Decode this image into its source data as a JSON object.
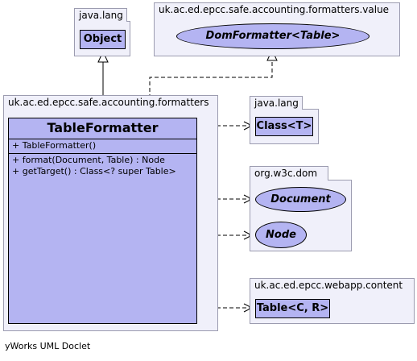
{
  "packages": {
    "java_lang_top": "java.lang",
    "formatters_value": "uk.ac.ed.epcc.safe.accounting.formatters.value",
    "formatters": "uk.ac.ed.epcc.safe.accounting.formatters",
    "java_lang_right": "java.lang",
    "w3c_dom": "org.w3c.dom",
    "webapp_content": "uk.ac.ed.epcc.webapp.content"
  },
  "classes": {
    "object": "Object",
    "dom_formatter": "DomFormatter<Table>",
    "class_t": "Class<T>",
    "document": "Document",
    "node": "Node",
    "table": "Table<C, R>"
  },
  "table_formatter": {
    "name": "TableFormatter",
    "constructors": [
      "+ TableFormatter()"
    ],
    "methods": [
      "+ format(Document, Table) : Node",
      "+ getTarget() : Class<? super Table>"
    ]
  },
  "footer": "yWorks UML Doclet"
}
